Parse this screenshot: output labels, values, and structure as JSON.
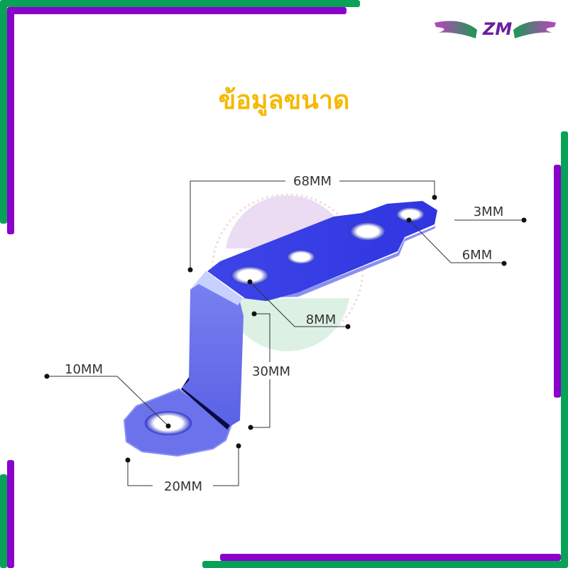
{
  "title": "ข้อมูลขนาด",
  "logo": {
    "text": "ZM"
  },
  "colors": {
    "accent_green": "#07a257",
    "accent_purple": "#8a00cc",
    "title": "#f5b800",
    "bracket": "#3a3ee6"
  },
  "dimensions": {
    "length": "68MM",
    "thickness": "3MM",
    "small_hole": "6MM",
    "medium_hole": "8MM",
    "height": "30MM",
    "large_hole": "10MM",
    "tab_width": "20MM"
  }
}
